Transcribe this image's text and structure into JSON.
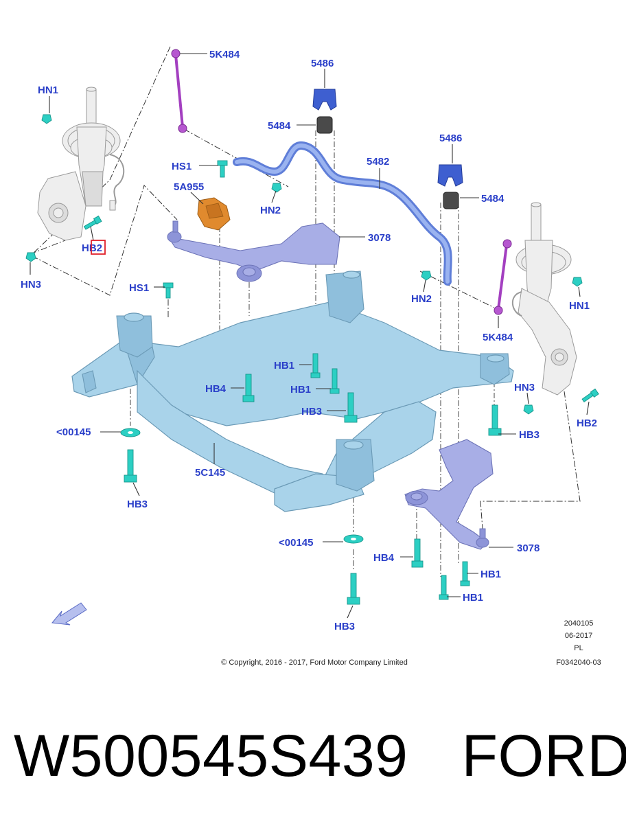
{
  "callouts": {
    "c5K484_top": "5K484",
    "c5486_top": "5486",
    "c5484_top": "5484",
    "c5486_right": "5486",
    "c5482": "5482",
    "c5484_right": "5484",
    "cHN1_left": "HN1",
    "cHS1_top": "HS1",
    "cHN2_left": "HN2",
    "c5A955": "5A955",
    "c3078_top": "3078",
    "cHB2_left": "HB2",
    "cHN3_left": "HN3",
    "cHS1_mid": "HS1",
    "cHN2_right": "HN2",
    "cHN1_right": "HN1",
    "c5K484_bottom": "5K484",
    "cHB1_a": "HB1",
    "cHB4_left": "HB4",
    "cHB1_b": "HB1",
    "cHB3_mid": "HB3",
    "cHN3_right": "HN3",
    "cHB2_right": "HB2",
    "cHB3_right": "HB3",
    "c00145_left": "<00145",
    "c5C145": "5C145",
    "cHB3_left": "HB3",
    "c00145_bottom": "<00145",
    "c3078_bottom": "3078",
    "cHB4_bottom": "HB4",
    "cHB1_c": "HB1",
    "cHB1_d": "HB1",
    "cHB3_bottom": "HB3"
  },
  "drawing_info": {
    "line1": "2040105",
    "line2": "06-2017",
    "line3": "PL",
    "line4": "F0342040-03"
  },
  "copyright": "© Copyright, 2016 - 2017, Ford Motor Company Limited",
  "footer": {
    "part_number": "W500545S439",
    "brand": "FORD"
  },
  "highlight_color": "#e0202a",
  "callout_color": "#2a3fc9"
}
